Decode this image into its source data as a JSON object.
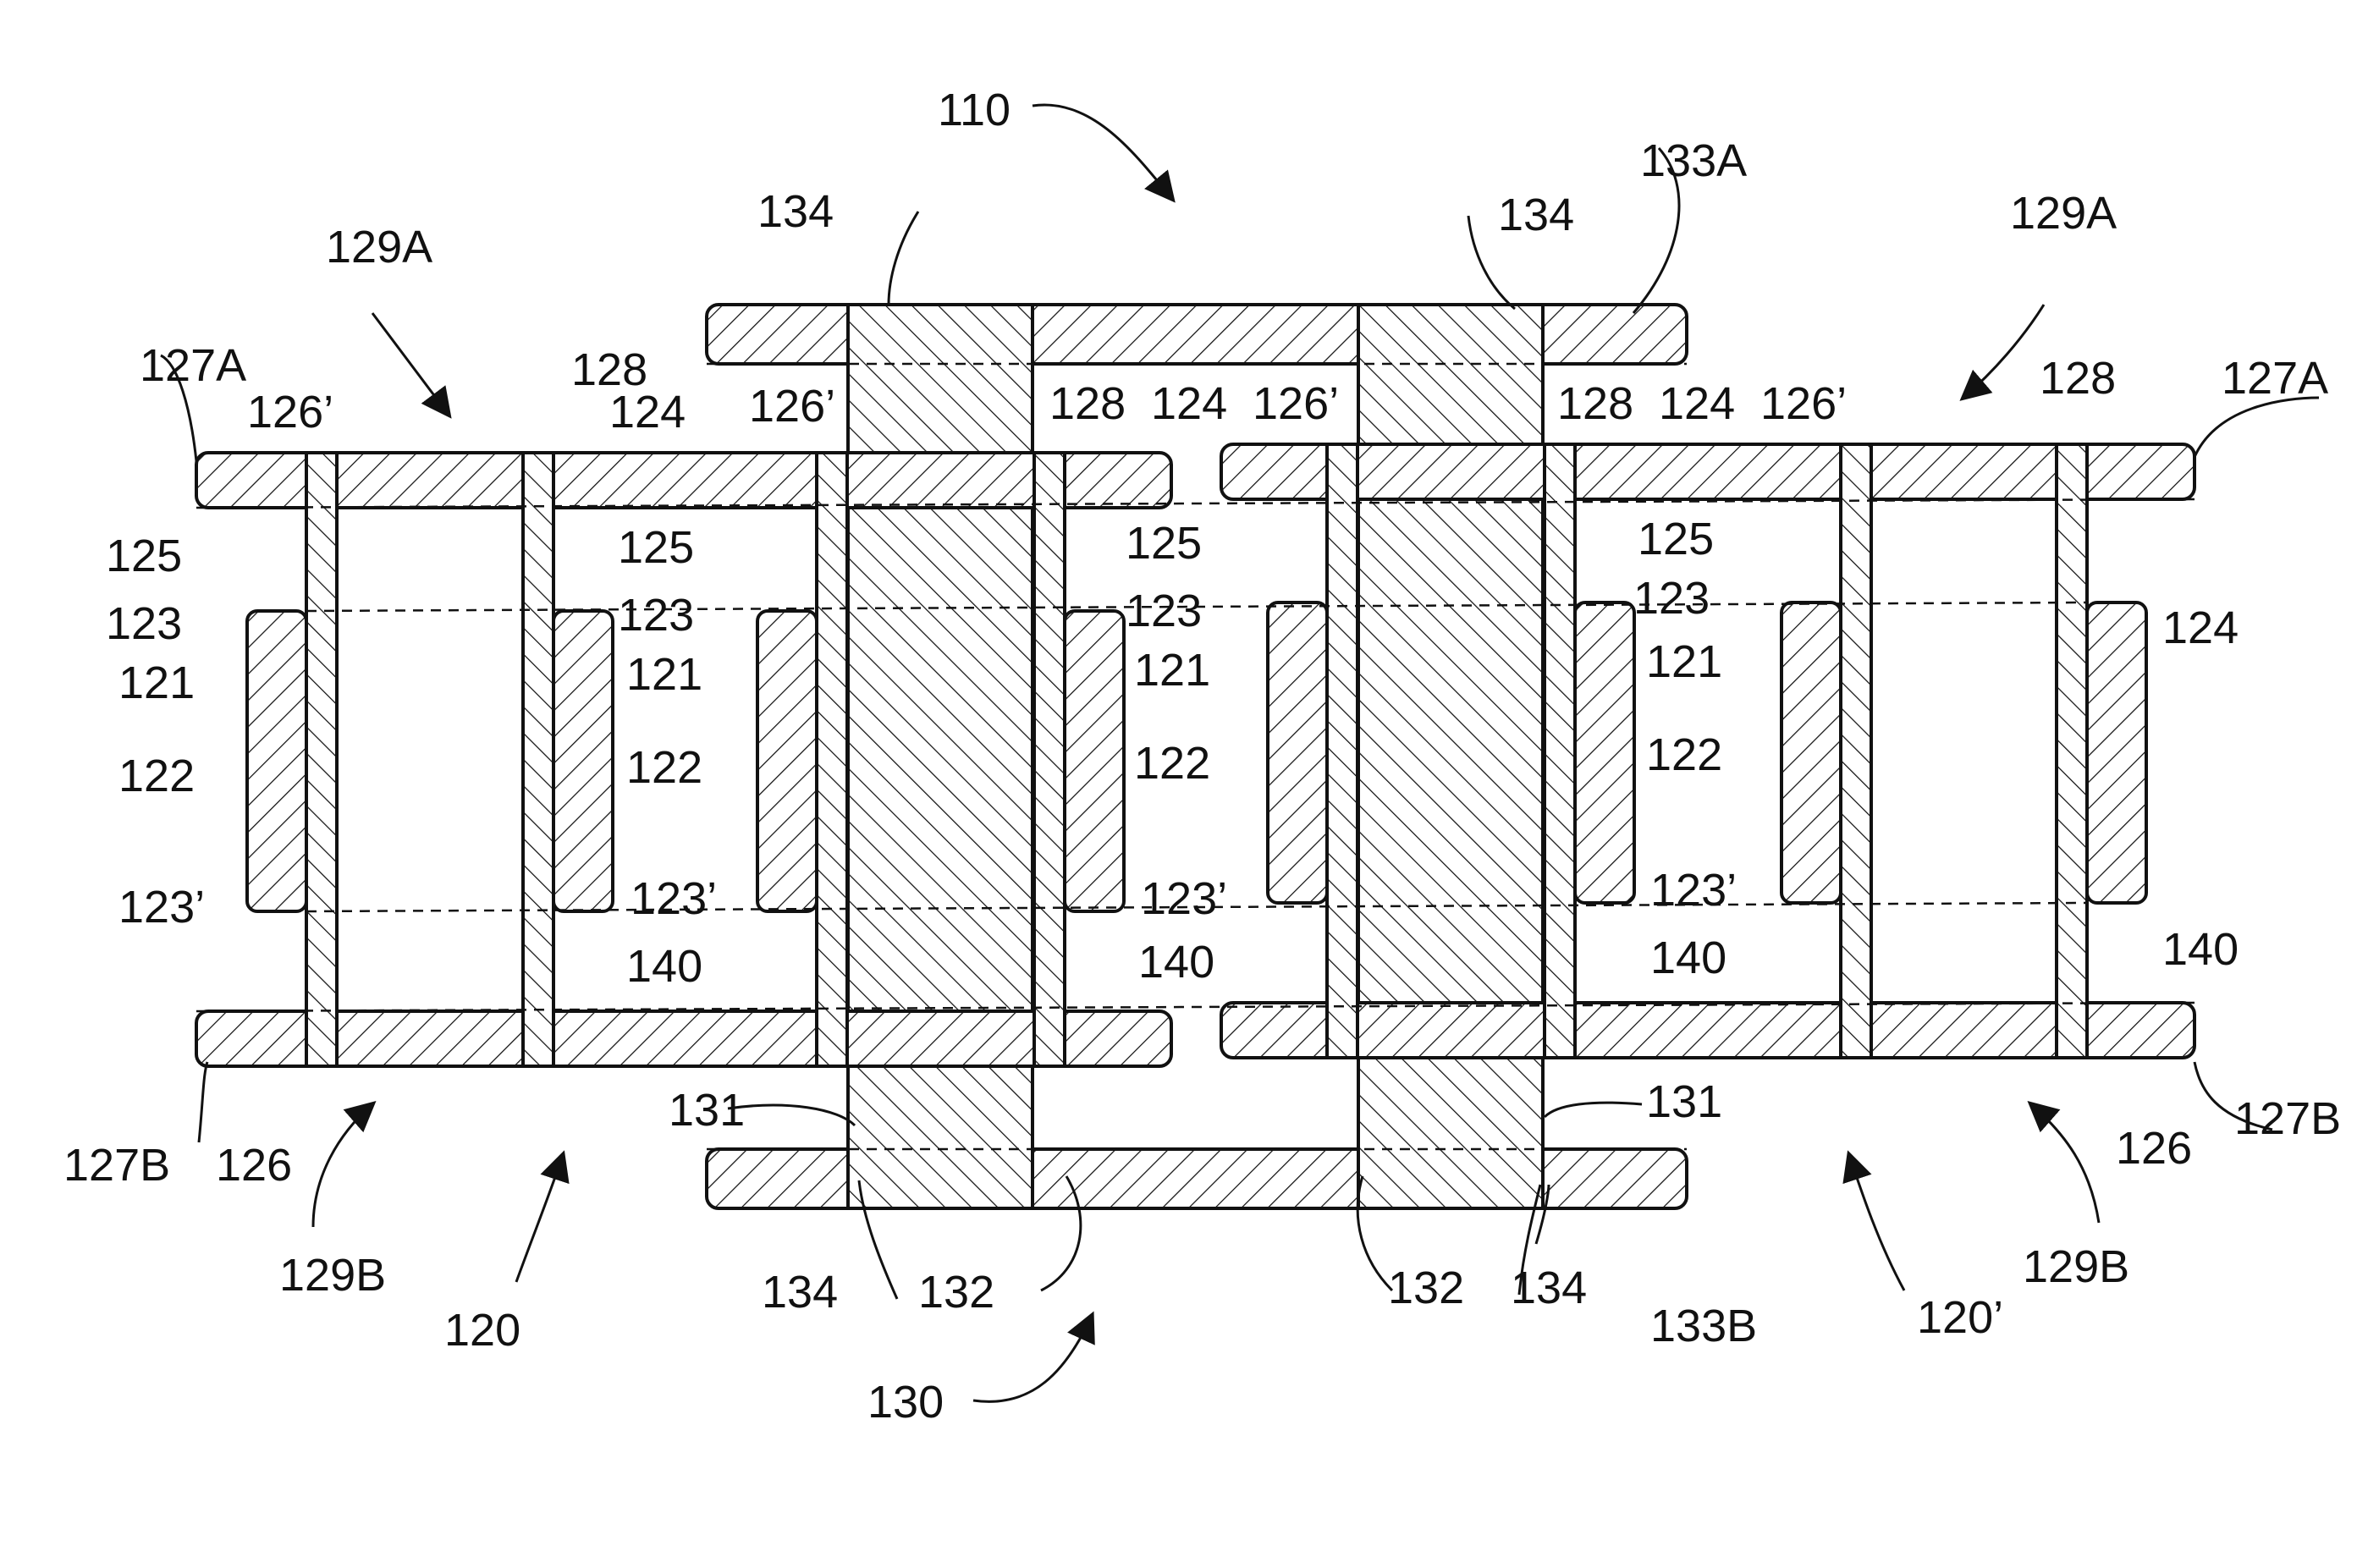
{
  "labels": {
    "l110": "110",
    "l130": "130",
    "l120": "120",
    "l120p": "120’",
    "l133A": "133A",
    "l133B": "133B",
    "l134": "134",
    "l131": "131",
    "l132": "132",
    "l129A": "129A",
    "l129B": "129B",
    "l127A": "127A",
    "l127B": "127B",
    "l126": "126",
    "l126p": "126’",
    "l128": "128",
    "l124": "124",
    "l125": "125",
    "l123": "123",
    "l123p": "123’",
    "l121": "121",
    "l122": "122",
    "l140": "140"
  }
}
